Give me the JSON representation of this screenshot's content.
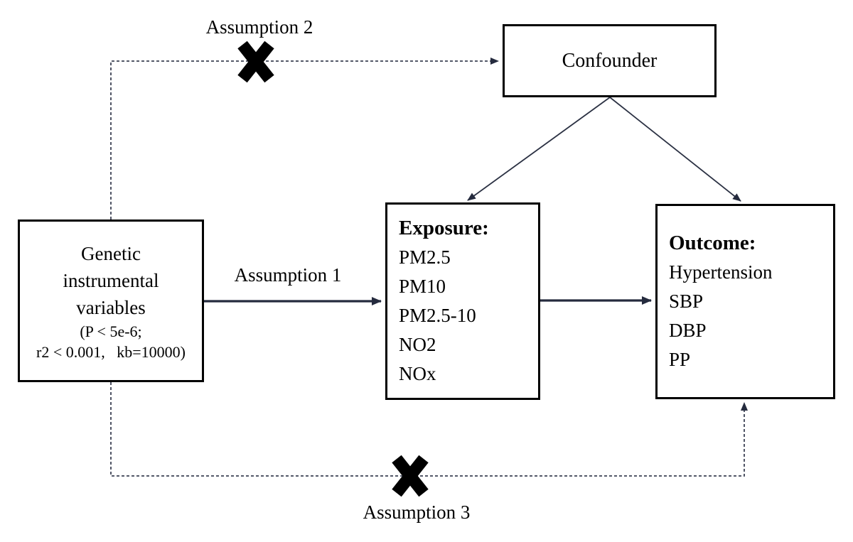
{
  "diagram": {
    "type": "mendelian-randomization-assumptions-flow",
    "background_color": "#ffffff",
    "box_border_color": "#000000",
    "solid_line_color": "#252b3e",
    "dashed_line_color": "#3c4254",
    "cross_color": "#000000",
    "boxes": {
      "genetic": {
        "title_lines": [
          "Genetic",
          "instrumental",
          "variables"
        ],
        "subtitle_lines": [
          "(P < 5e-6;",
          "r2 < 0.001,   kb=10000)"
        ]
      },
      "confounder": {
        "label": "Confounder"
      },
      "exposure": {
        "title": "Exposure:",
        "items": [
          "PM2.5",
          "PM10",
          "PM2.5-10",
          "NO2",
          "NOx"
        ]
      },
      "outcome": {
        "title": "Outcome:",
        "items": [
          "Hypertension",
          "SBP",
          "DBP",
          "PP"
        ]
      }
    },
    "labels": {
      "assumption1": "Assumption 1",
      "assumption2": "Assumption 2",
      "assumption3": "Assumption 3"
    },
    "edges": [
      {
        "from": "genetic",
        "to": "exposure",
        "style": "solid-arrow",
        "label": "Assumption 1"
      },
      {
        "from": "exposure",
        "to": "outcome",
        "style": "solid-arrow"
      },
      {
        "from": "confounder",
        "to": "exposure",
        "style": "solid-arrow"
      },
      {
        "from": "confounder",
        "to": "outcome",
        "style": "solid-arrow"
      },
      {
        "from": "genetic",
        "to": "confounder",
        "style": "dashed-arrow-blocked",
        "label": "Assumption 2"
      },
      {
        "from": "genetic",
        "to": "outcome",
        "style": "dashed-arrow-blocked",
        "label": "Assumption 3"
      }
    ],
    "icons": {
      "blocked_cross": "heavy-x-icon"
    }
  }
}
